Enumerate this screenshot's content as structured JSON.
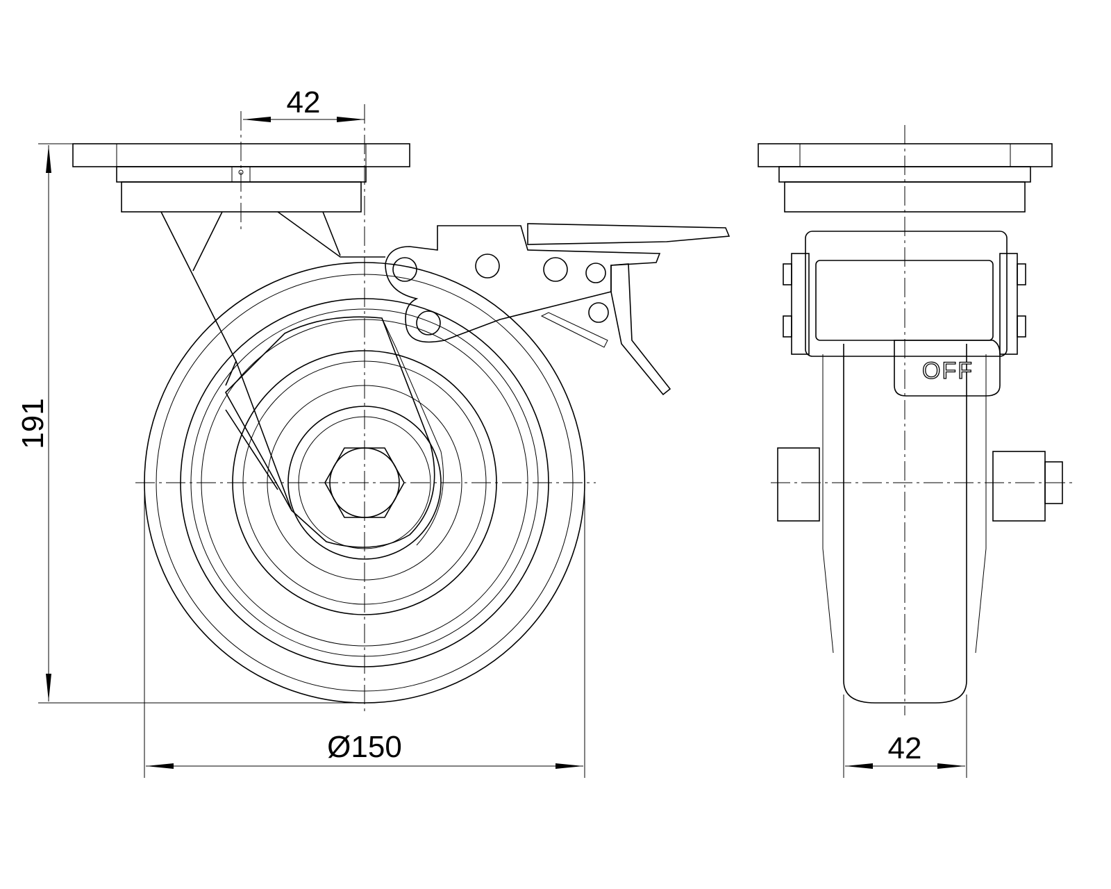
{
  "drawing": {
    "title": "Swivel castor with total brake - technical drawing",
    "dimensions": {
      "bolt_offset": "42",
      "total_height": "191",
      "wheel_diameter": "Ø150",
      "wheel_width": "42"
    },
    "brake_label": "OFF",
    "line_color": "#000000",
    "background": "#ffffff"
  }
}
